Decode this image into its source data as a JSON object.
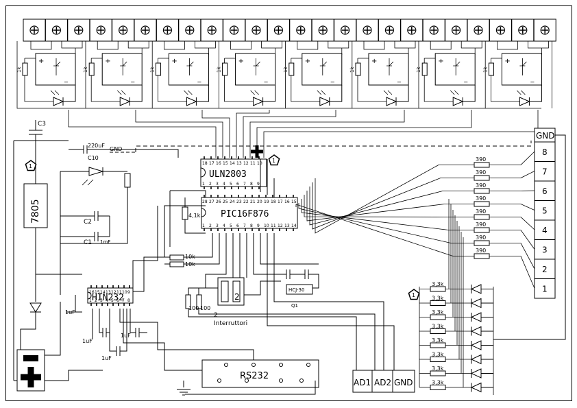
{
  "relay_board": {
    "resistor_label": "1k",
    "relay_marks": {
      "plus": "+",
      "minus": "_"
    }
  },
  "power": {
    "cap_c3": "C3",
    "cap_c10": "C10",
    "cap_c10_value": "220uF",
    "cap_c2": "C2",
    "cap_c1": "C1",
    "cap_c1_value": "1mF",
    "regulator": "7805",
    "gnd_label": "GND",
    "battery_minus": "−",
    "battery_plus": "+"
  },
  "uln": {
    "name": "ULN2803",
    "top_pins": [
      "18",
      "17",
      "16",
      "15",
      "14",
      "13",
      "12",
      "11",
      "10"
    ],
    "bottom_pins": [
      "1",
      "2",
      "3",
      "4",
      "5",
      "6",
      "7",
      "8",
      "9"
    ]
  },
  "pic": {
    "name": "PIC16F876",
    "top_pins": [
      "28",
      "27",
      "26",
      "25",
      "24",
      "23",
      "22",
      "21",
      "20",
      "19",
      "18",
      "17",
      "16",
      "15"
    ],
    "bottom_pins": [
      "1",
      "2",
      "3",
      "4",
      "5",
      "6",
      "7",
      "8",
      "9",
      "10",
      "11",
      "12",
      "13",
      "14"
    ],
    "pullup": "4,1k"
  },
  "hin": {
    "name": "HIN232",
    "top_pins": [
      "16",
      "15",
      "14",
      "13",
      "12",
      "11",
      "10",
      "9"
    ],
    "bottom_pins": [
      "1",
      "2",
      "3",
      "4",
      "5",
      "6",
      "7",
      "8"
    ],
    "cap_value": "1uF"
  },
  "misc": {
    "r10k": "10k",
    "r100": "100",
    "switch_count": "2",
    "switch_label": "Interruttori",
    "crystal": "HCJ-30",
    "crystal_ref": "Q1",
    "serial": "RS232",
    "marker": "1"
  },
  "outputs": {
    "header": "GND",
    "labels": [
      "8",
      "7",
      "6",
      "5",
      "4",
      "3",
      "2",
      "1"
    ],
    "resistor": "390"
  },
  "inputs": {
    "resistor": "3,3k"
  },
  "analog_terminal": [
    "AD1",
    "AD2",
    "GND"
  ]
}
